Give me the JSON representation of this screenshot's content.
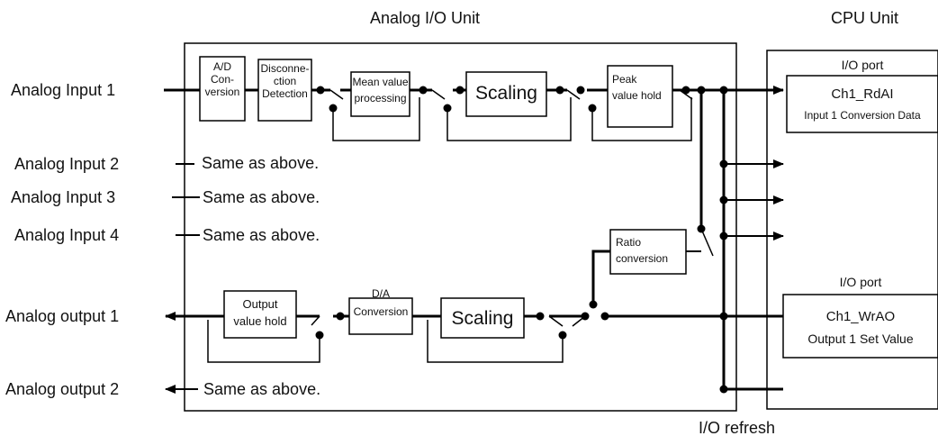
{
  "titles": {
    "io_unit": "Analog I/O Unit",
    "cpu_unit": "CPU Unit",
    "io_refresh": "I/O refresh"
  },
  "signals": {
    "in1": "Analog Input 1",
    "in2": "Analog Input 2",
    "in3": "Analog Input 3",
    "in4": "Analog Input 4",
    "out1": "Analog output 1",
    "out2": "Analog output 2"
  },
  "same_as_above": "Same as above.",
  "blocks": {
    "ad_1": "A/D",
    "ad_2": "Con-",
    "ad_3": "version",
    "disc_1": "Disconne-",
    "disc_2": "ction",
    "disc_3": "Detection",
    "mean_1": "Mean value",
    "mean_2": "processing",
    "scaling": "Scaling",
    "peak_1": "Peak",
    "peak_2": "value hold",
    "ratio_1": "Ratio",
    "ratio_2": "conversion",
    "outhold_1": "Output",
    "outhold_2": "value hold",
    "da_1": "D/A",
    "da_2": "Conversion"
  },
  "cpu": {
    "io_port": "I/O port",
    "rdai_name": "Ch1_RdAI",
    "rdai_desc": "Input 1 Conversion Data",
    "wrao_name": "Ch1_WrAO",
    "wrao_desc": "Output 1 Set Value"
  }
}
